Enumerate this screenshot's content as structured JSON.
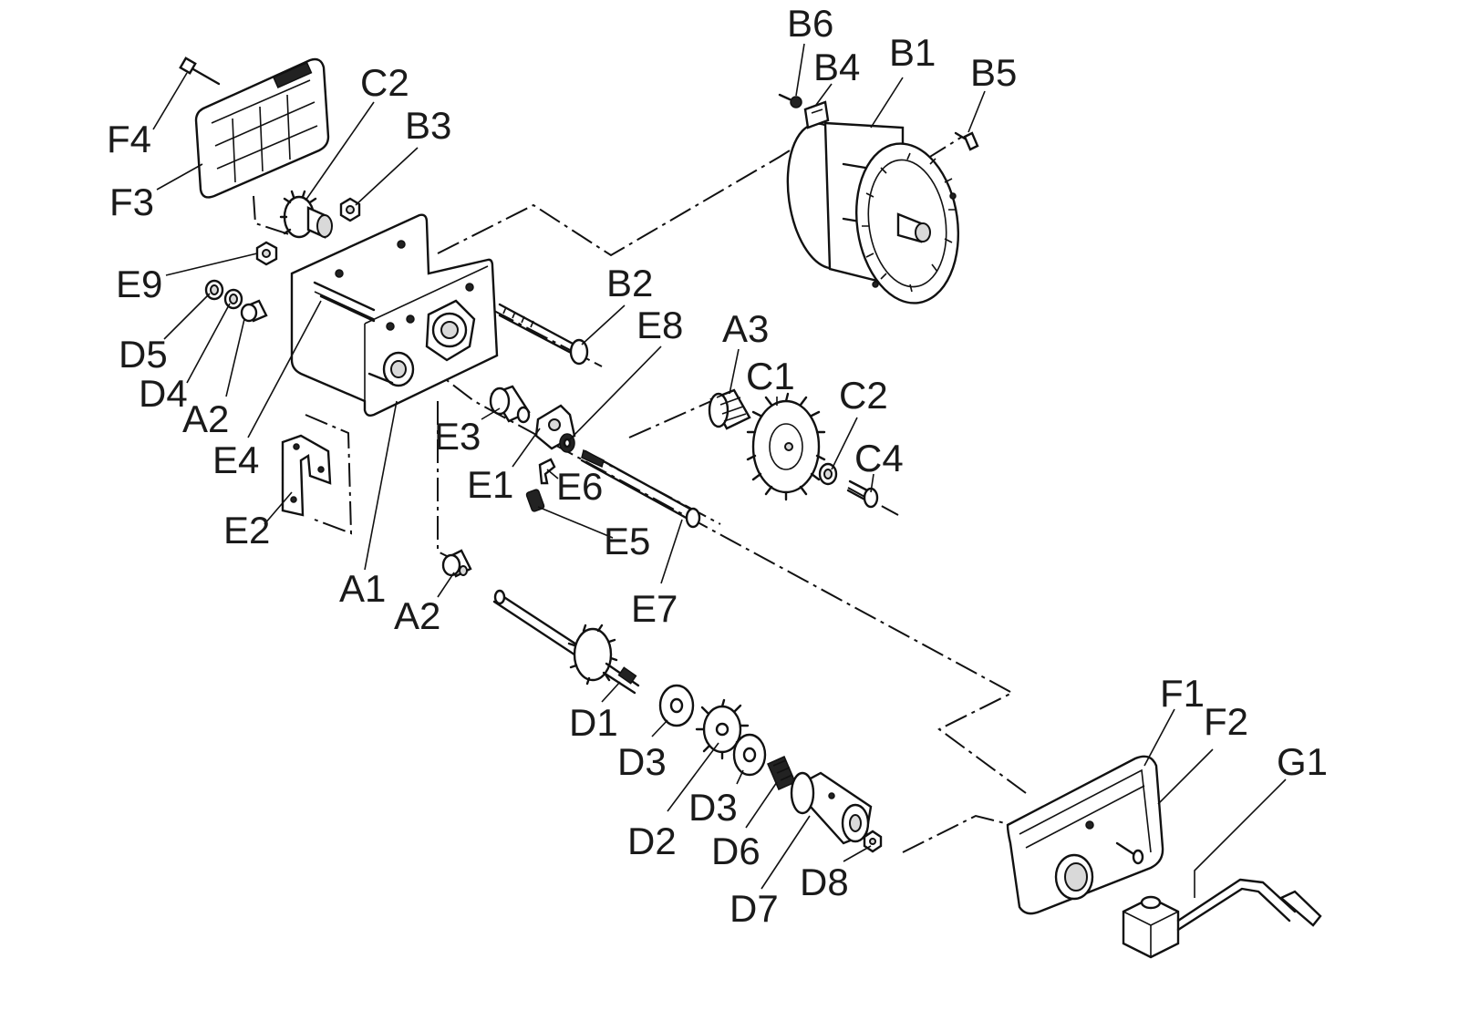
{
  "diagram": {
    "labels": {
      "B6": "B6",
      "B4": "B4",
      "B1": "B1",
      "B5": "B5",
      "C2a": "C2",
      "B3": "B3",
      "F4": "F4",
      "F3": "F3",
      "E9": "E9",
      "D5": "D5",
      "D4": "D4",
      "A2a": "A2",
      "E4": "E4",
      "E2": "E2",
      "A1": "A1",
      "B2": "B2",
      "E8": "E8",
      "A3": "A3",
      "C1": "C1",
      "C2b": "C2",
      "C4": "C4",
      "E3": "E3",
      "E1": "E1",
      "E6": "E6",
      "E5": "E5",
      "E7": "E7",
      "A2b": "A2",
      "D1": "D1",
      "D3a": "D3",
      "D2": "D2",
      "D3b": "D3",
      "D6": "D6",
      "D7": "D7",
      "D8": "D8",
      "F1": "F1",
      "F2": "F2",
      "G1": "G1"
    }
  }
}
